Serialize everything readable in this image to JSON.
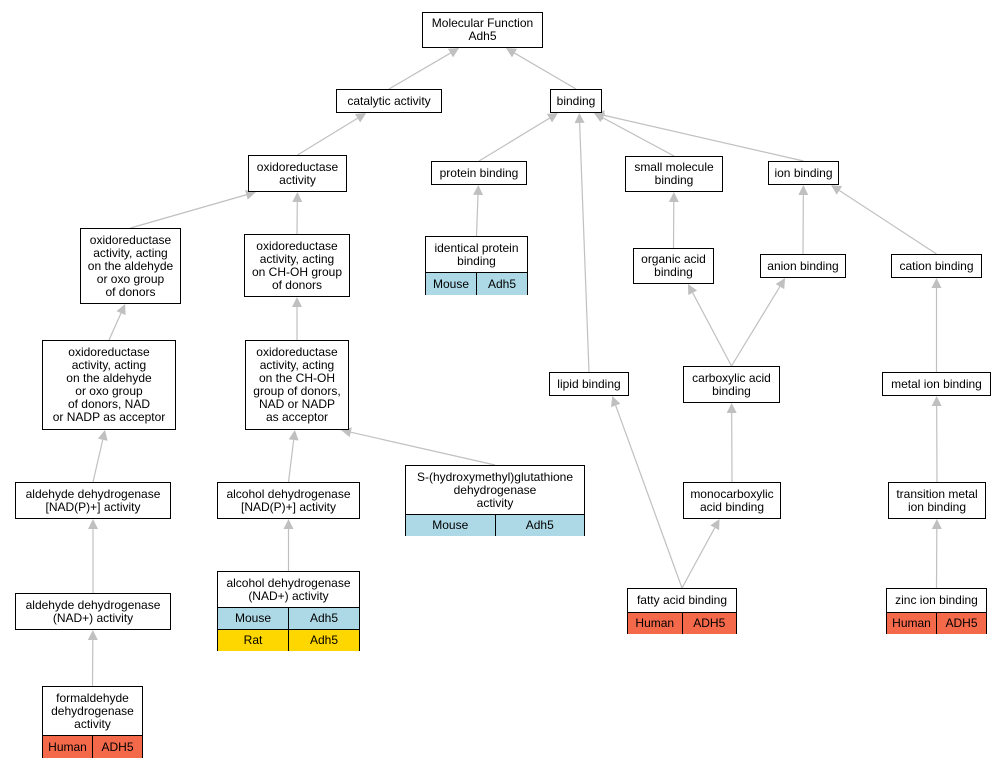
{
  "colors": {
    "edge": "#c0c0c0",
    "mouse": "#add8e6",
    "human": "#f4694a",
    "rat": "#ffd700"
  },
  "nodes": {
    "root": "Molecular Function\nAdh5",
    "catalytic": "catalytic activity",
    "binding": "binding",
    "oxidoreductase": "oxidoreductase\nactivity",
    "protein_binding": "protein binding",
    "small_molecule": "small molecule\nbinding",
    "ion_binding": "ion binding",
    "aldehyde_donors": "oxidoreductase\nactivity, acting\non the aldehyde\nor oxo group\nof donors",
    "choh_donors": "oxidoreductase\nactivity, acting\non CH-OH group\nof donors",
    "identical_protein": "identical protein\nbinding",
    "organic_acid": "organic acid\nbinding",
    "anion_binding": "anion binding",
    "cation_binding": "cation binding",
    "aldehyde_nad": "oxidoreductase\nactivity, acting\non the aldehyde\nor oxo group\nof donors, NAD\nor NADP as acceptor",
    "choh_nad": "oxidoreductase\nactivity, acting\non the CH-OH\ngroup of donors,\nNAD or NADP\nas acceptor",
    "lipid_binding": "lipid binding",
    "carboxylic": "carboxylic acid\nbinding",
    "metal_ion": "metal ion binding",
    "aldehyde_dh_nadp": "aldehyde dehydrogenase\n[NAD(P)+] activity",
    "alcohol_dh_nadp": "alcohol dehydrogenase\n[NAD(P)+] activity",
    "s_hydroxymethyl": "S-(hydroxymethyl)glutathione\ndehydrogenase\nactivity",
    "monocarboxylic": "monocarboxylic\nacid binding",
    "transition_metal": "transition metal\nion binding",
    "aldehyde_dh_nad": "aldehyde dehydrogenase\n(NAD+) activity",
    "alcohol_dh_nad": "alcohol dehydrogenase\n(NAD+) activity",
    "fatty_acid": "fatty acid binding",
    "zinc_ion": "zinc ion binding",
    "formaldehyde": "formaldehyde\ndehydrogenase\nactivity"
  },
  "annotations": {
    "identical_protein": [
      [
        "Mouse",
        "Adh5"
      ]
    ],
    "s_hydroxymethyl": [
      [
        "Mouse",
        "Adh5"
      ]
    ],
    "alcohol_dh_nad": [
      [
        "Mouse",
        "Adh5"
      ],
      [
        "Rat",
        "Adh5"
      ]
    ],
    "fatty_acid": [
      [
        "Human",
        "ADH5"
      ]
    ],
    "zinc_ion": [
      [
        "Human",
        "ADH5"
      ]
    ],
    "formaldehyde": [
      [
        "Human",
        "ADH5"
      ]
    ]
  },
  "edges": [
    [
      "catalytic",
      "root"
    ],
    [
      "binding",
      "root"
    ],
    [
      "oxidoreductase",
      "catalytic"
    ],
    [
      "protein_binding",
      "binding"
    ],
    [
      "small_molecule",
      "binding"
    ],
    [
      "ion_binding",
      "binding"
    ],
    [
      "lipid_binding",
      "binding"
    ],
    [
      "aldehyde_donors",
      "oxidoreductase"
    ],
    [
      "choh_donors",
      "oxidoreductase"
    ],
    [
      "identical_protein",
      "protein_binding"
    ],
    [
      "organic_acid",
      "small_molecule"
    ],
    [
      "anion_binding",
      "ion_binding"
    ],
    [
      "cation_binding",
      "ion_binding"
    ],
    [
      "aldehyde_nad",
      "aldehyde_donors"
    ],
    [
      "choh_nad",
      "choh_donors"
    ],
    [
      "carboxylic",
      "organic_acid"
    ],
    [
      "carboxylic",
      "anion_binding"
    ],
    [
      "metal_ion",
      "cation_binding"
    ],
    [
      "aldehyde_dh_nadp",
      "aldehyde_nad"
    ],
    [
      "alcohol_dh_nadp",
      "choh_nad"
    ],
    [
      "s_hydroxymethyl",
      "choh_nad"
    ],
    [
      "monocarboxylic",
      "carboxylic"
    ],
    [
      "transition_metal",
      "metal_ion"
    ],
    [
      "aldehyde_dh_nad",
      "aldehyde_dh_nadp"
    ],
    [
      "alcohol_dh_nad",
      "alcohol_dh_nadp"
    ],
    [
      "fatty_acid",
      "lipid_binding"
    ],
    [
      "fatty_acid",
      "monocarboxylic"
    ],
    [
      "zinc_ion",
      "transition_metal"
    ],
    [
      "formaldehyde",
      "aldehyde_dh_nad"
    ]
  ]
}
